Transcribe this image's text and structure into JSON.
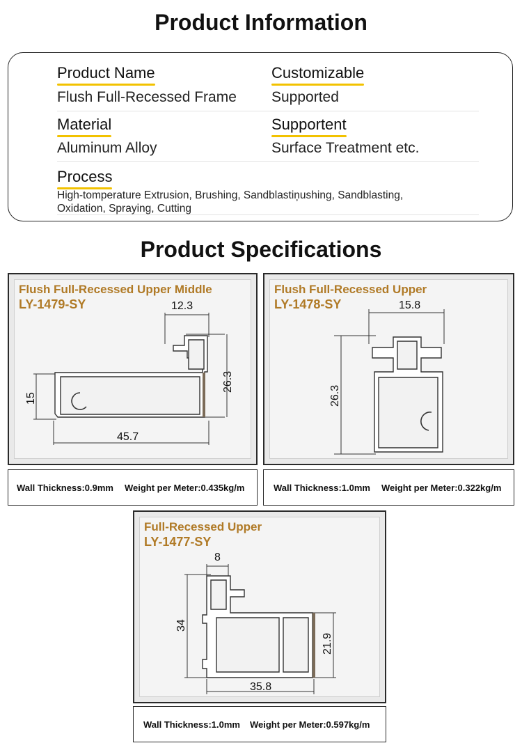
{
  "info": {
    "title": "Product Information",
    "product_name_label": "Product Name",
    "product_name_value": "Flush Full-Recessed Frame",
    "customizable_label": "Customizable",
    "customizable_value": "Supported",
    "material_label": "Material",
    "material_value": "Aluminum Alloy",
    "supportent_label": "Supportent",
    "supportent_value": "Surface Treatment etc.",
    "process_label": "Process",
    "process_line1": "High-tomperature Extrusion, Brushing, Sandblastin̦ushing, Sandblasting,",
    "process_line2": "Oxidation, Spraying, Cutting"
  },
  "specs": {
    "title": "Product Specifications",
    "items": [
      {
        "name": "Flush Full-Recessed Upper Middle",
        "code": "LY-1479-SY",
        "dims": [
          "12.3",
          "26.3",
          "15",
          "45.7"
        ],
        "wall": "Wall Thickness:0.9mm",
        "weight": "Weight per Meter:0.435kg/m"
      },
      {
        "name": "Flush Full-Recessed Upper",
        "code": "LY-1478-SY",
        "dims": [
          "15.8",
          "26.3"
        ],
        "wall": "Wall Thickness:1.0mm",
        "weight": "Weight per Meter:0.322kg/m"
      },
      {
        "name": "Full-Recessed Upper",
        "code": "LY-1477-SY",
        "dims": [
          "8",
          "34",
          "21.9",
          "35.8"
        ],
        "wall": "Wall Thickness:1.0mm",
        "weight": "Weight per Meter:0.597kg/m"
      }
    ]
  },
  "colors": {
    "accent_underline": "#f2c200",
    "title_gold": "#b07a26",
    "panel_bg": "#e9e9e9"
  }
}
